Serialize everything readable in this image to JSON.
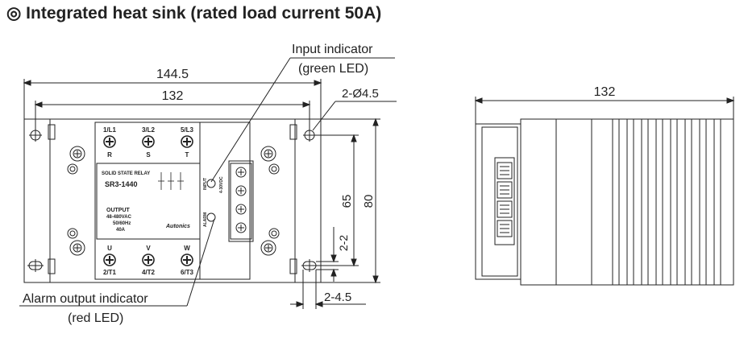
{
  "title": "◎ Integrated heat sink (rated load current 50A)",
  "dimensions": {
    "overall_width": "144.5",
    "body_width": "132",
    "hole_spec": "2-Ø4.5",
    "side_width": "132",
    "height_outer": "80",
    "height_inner": "65",
    "slot_vertical": "2-2",
    "slot_horizontal": "2-4.5"
  },
  "callouts": {
    "input_indicator_line1": "Input indicator",
    "input_indicator_line2": "(green LED)",
    "alarm_indicator_line1": "Alarm output  indicator",
    "alarm_indicator_line2": "(red LED)"
  },
  "front_panel": {
    "top_terminals": [
      {
        "top": "1/L1",
        "bottom": "R"
      },
      {
        "top": "3/L2",
        "bottom": "S"
      },
      {
        "top": "5/L3",
        "bottom": "T"
      }
    ],
    "bottom_terminals": [
      {
        "top": "U",
        "bottom": "2/T1"
      },
      {
        "top": "V",
        "bottom": "4/T2"
      },
      {
        "top": "W",
        "bottom": "6/T3"
      }
    ],
    "product_label": "SOLID STATE RELAY",
    "model": "SR3-1440",
    "output_lines": [
      "OUTPUT",
      "48-480VAC",
      "50/60Hz",
      "40A"
    ],
    "brand": "Autonics",
    "input_label": "INPUT",
    "input_voltage": "4-30VDC",
    "alarm_label": "ALARM"
  }
}
